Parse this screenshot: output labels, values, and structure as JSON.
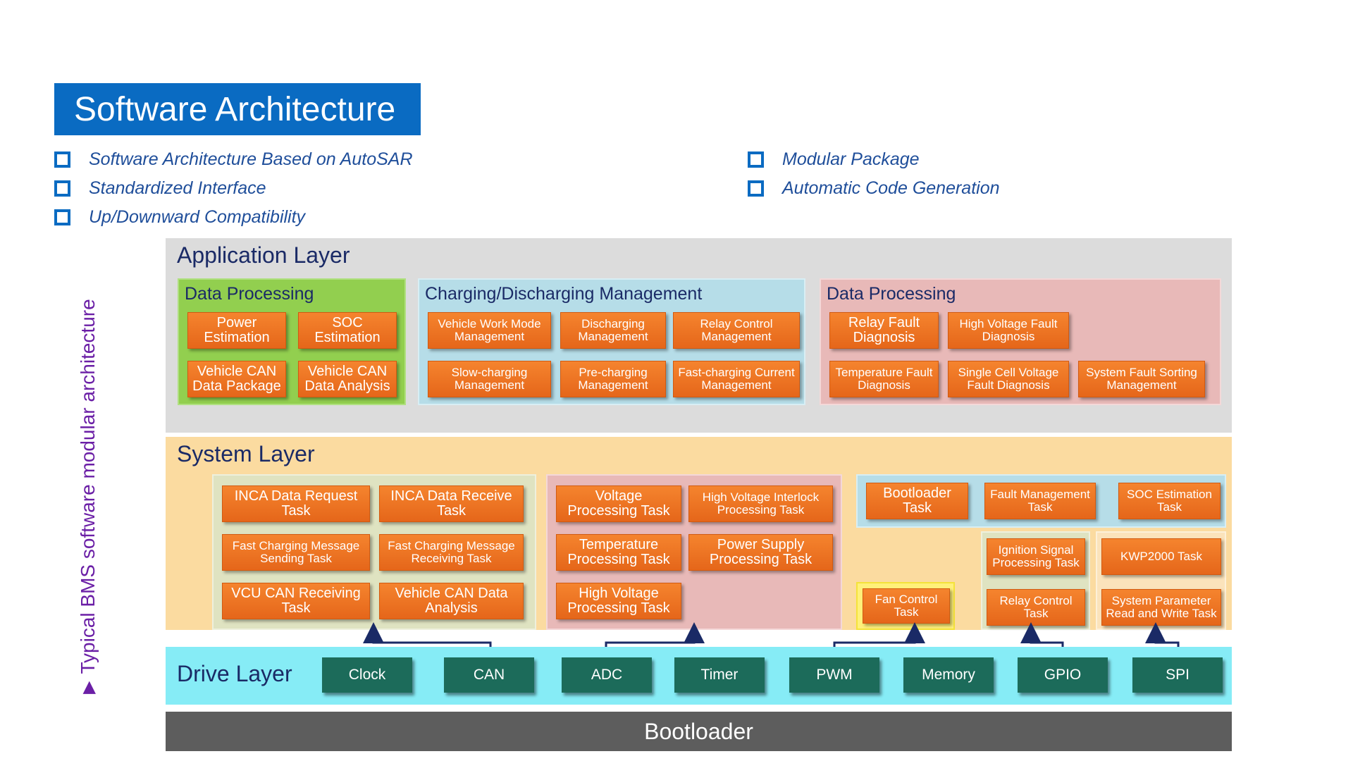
{
  "header": {
    "title": "Software Architecture",
    "bullets_left": [
      "Software Architecture Based on AutoSAR",
      "Standardized Interface",
      "Up/Downward Compatibility"
    ],
    "bullets_right": [
      "Modular Package",
      "Automatic Code Generation"
    ]
  },
  "side_label": "Typical BMS software modular architecture",
  "application": {
    "title": "Application  Layer",
    "data_processing_left": {
      "title": "Data Processing",
      "items": [
        "Power Estimation",
        "SOC Estimation",
        "Vehicle CAN Data Package",
        "Vehicle CAN Data Analysis"
      ]
    },
    "charging": {
      "title": "Charging/Discharging Management",
      "items": [
        "Vehicle Work Mode Management",
        "Discharging Management",
        "Relay Control Management",
        "Slow-charging Management",
        "Pre-charging Management",
        "Fast-charging Current Management"
      ]
    },
    "data_processing_right": {
      "title": "Data Processing",
      "items": [
        "Relay Fault Diagnosis",
        "High Voltage Fault Diagnosis",
        "Temperature Fault Diagnosis",
        "Single Cell Voltage Fault Diagnosis",
        "System Fault Sorting Management"
      ]
    }
  },
  "system": {
    "title": "System Layer",
    "group1": [
      "INCA Data Request Task",
      "INCA Data Receive Task",
      "Fast Charging Message Sending Task",
      "Fast Charging Message Receiving Task",
      "VCU CAN Receiving Task",
      "Vehicle CAN Data Analysis"
    ],
    "group2": [
      "Voltage Processing Task",
      "High Voltage Interlock Processing Task",
      "Temperature Processing Task",
      "Power Supply Processing Task",
      "High Voltage Processing Task"
    ],
    "group3": [
      "Bootloader Task",
      "Fault Management Task",
      "SOC Estimation Task"
    ],
    "fan": "Fan Control Task",
    "ignition": "Ignition Signal Processing Task",
    "relay": "Relay Control Task",
    "kwp": "KWP2000 Task",
    "sysparam": "System Parameter Read and Write Task"
  },
  "drive": {
    "title": "Drive Layer",
    "items": [
      "Clock",
      "CAN",
      "ADC",
      "Timer",
      "PWM",
      "Memory",
      "GPIO",
      "SPI"
    ]
  },
  "bootloader": "Bootloader",
  "colors": {
    "title_bg": "#0a6bc2",
    "app_bg": "#dcdcdc",
    "sys_bg": "#fbdba0",
    "drive_bg": "#86ecf6",
    "boot_bg": "#5d5d5d",
    "orange": "#f07526",
    "green_task": "#1c6b5a"
  }
}
